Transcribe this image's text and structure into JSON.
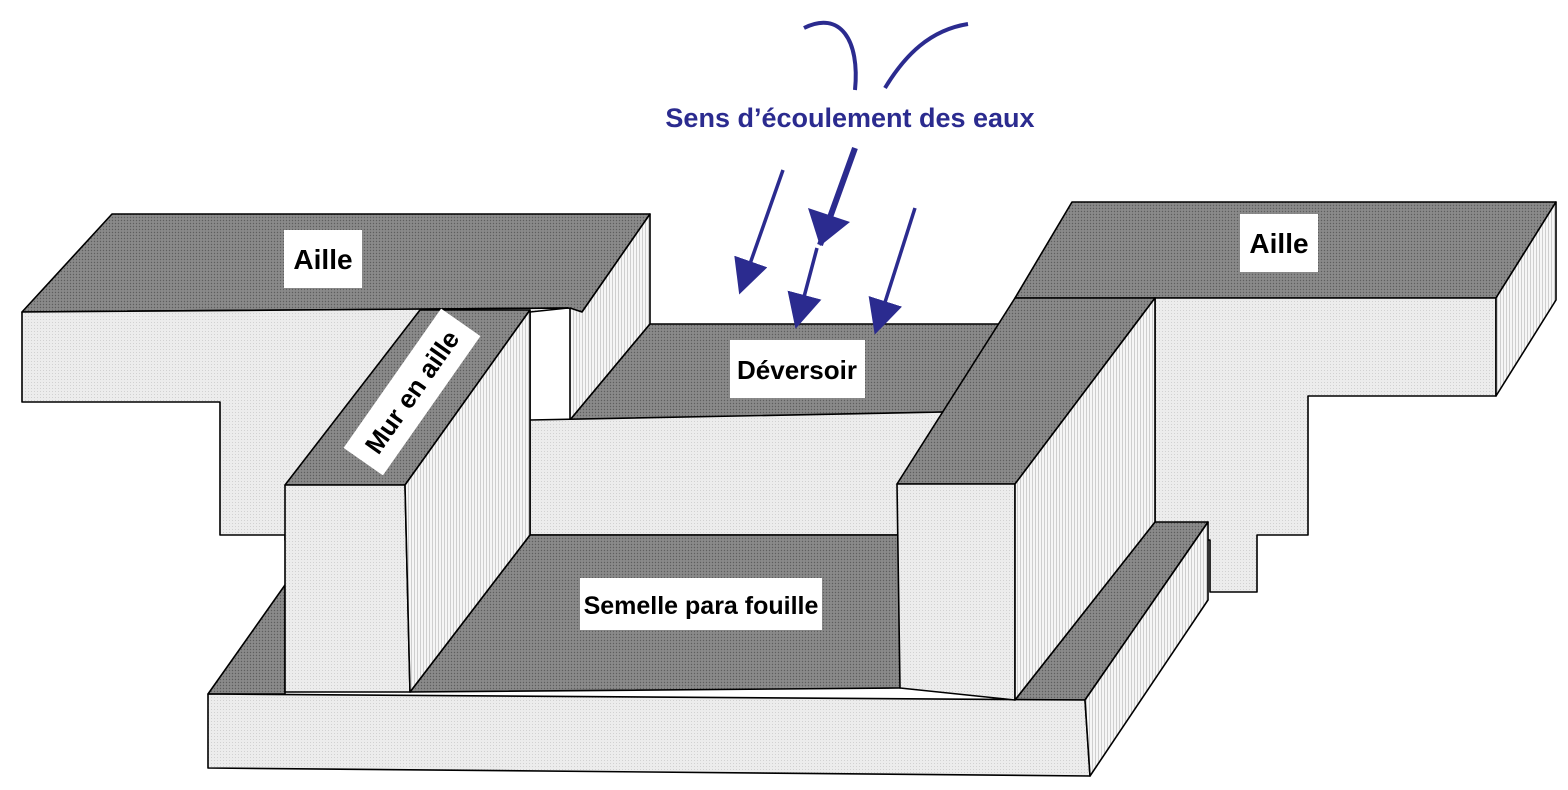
{
  "flow_label": "Sens d’écoulement des eaux",
  "labels": {
    "left_wing": "Aille",
    "right_wing": "Aille",
    "wing_wall": "Mur en aille",
    "spillway": "Déversoir",
    "footing": "Semelle para fouille"
  },
  "colors": {
    "arrow": "#2b2b8f",
    "top_face": "#7a7a7a",
    "front_face": "#e4e4e4",
    "side_face": "#f2f2f2",
    "label_bg": "#ffffff"
  }
}
